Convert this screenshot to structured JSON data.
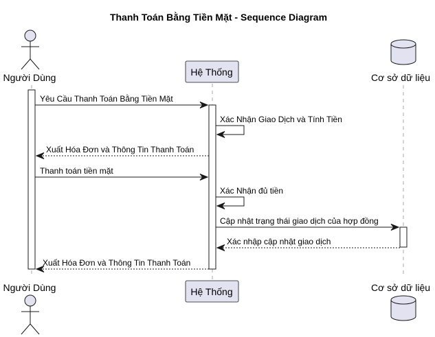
{
  "title": "Thanh Toán Bằng Tiền Mặt - Sequence Diagram",
  "participants": [
    {
      "id": "user",
      "label": "Người Dùng",
      "kind": "actor"
    },
    {
      "id": "system",
      "label": "Hệ Thống",
      "kind": "participant"
    },
    {
      "id": "db",
      "label": "Cơ sở dữ liệu",
      "kind": "database"
    }
  ],
  "messages": [
    {
      "label": "Yêu Cầu Thanh Toán Bằng Tiền Mặt",
      "from": "user",
      "to": "system",
      "style": "solid"
    },
    {
      "label": "Xác Nhận Giao Dịch và Tính Tiền",
      "from": "system",
      "to": "system",
      "style": "solid"
    },
    {
      "label": "Xuất Hóa Đơn và Thông Tin Thanh Toán",
      "from": "system",
      "to": "user",
      "style": "dashed"
    },
    {
      "label": "Thanh toán tiền mặt",
      "from": "user",
      "to": "system",
      "style": "solid"
    },
    {
      "label": "Xác Nhận đủ tiền",
      "from": "system",
      "to": "system",
      "style": "solid"
    },
    {
      "label": "Cập nhật trạng thái giao dịch của hợp đồng",
      "from": "system",
      "to": "db",
      "style": "solid"
    },
    {
      "label": "Xác nhập cập nhật giao dịch",
      "from": "db",
      "to": "system",
      "style": "dashed"
    },
    {
      "label": "Xuất Hóa Đơn và Thông Tin Thanh Toán",
      "from": "system",
      "to": "user",
      "style": "dashed"
    }
  ]
}
